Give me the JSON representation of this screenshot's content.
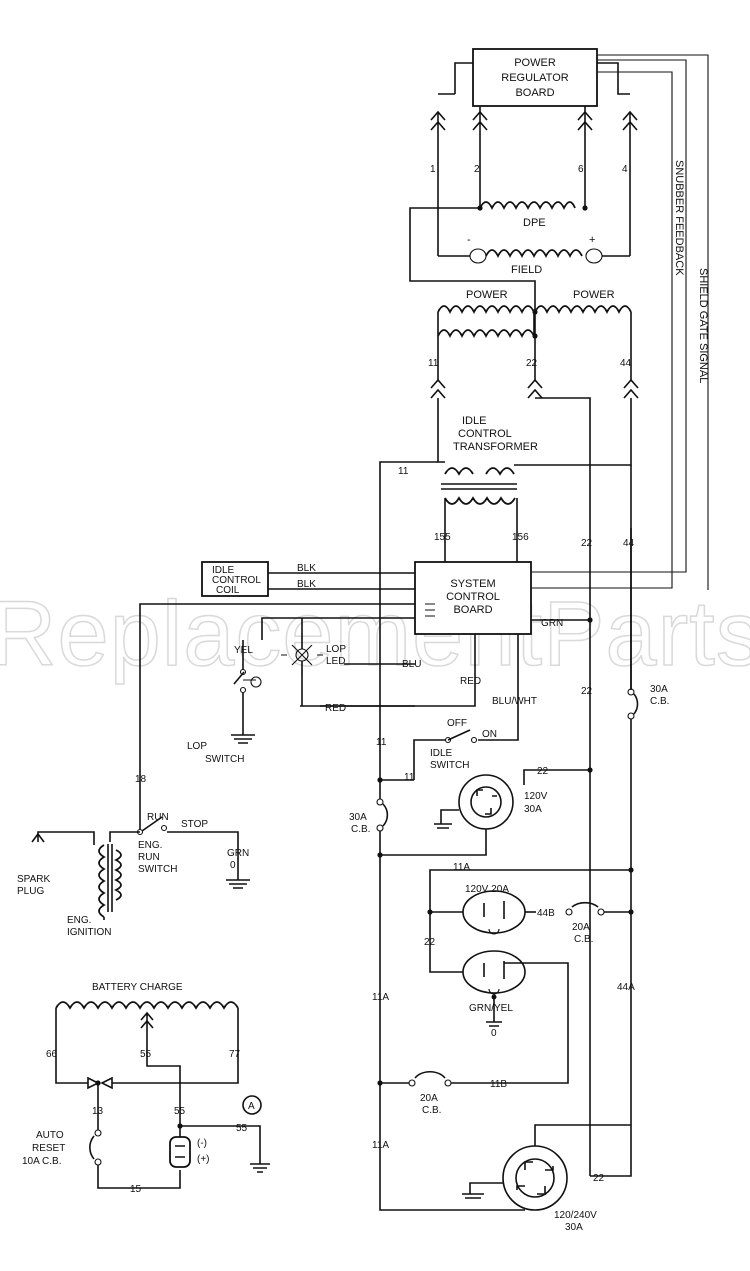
{
  "watermark": "ReplacementParts.com",
  "components": {
    "power_regulator_board": [
      "POWER",
      "REGULATOR",
      "BOARD"
    ],
    "system_control_board": [
      "SYSTEM",
      "CONTROL",
      "BOARD"
    ],
    "idle_control_coil": [
      "IDLE",
      "CONTROL",
      "COIL"
    ],
    "idle_control_transformer": [
      "IDLE",
      "CONTROL",
      "TRANSFORMER"
    ],
    "dpe": "DPE",
    "field": "FIELD",
    "field_minus": "-",
    "field_plus": "+",
    "power_left": "POWER",
    "power_right": "POWER",
    "lop_led": [
      "LOP",
      "LED"
    ],
    "lop_switch": [
      "LOP",
      "SWITCH"
    ],
    "idle_switch": [
      "IDLE",
      "SWITCH"
    ],
    "idle_off": "OFF",
    "idle_on": "ON",
    "eng_run_switch": [
      "ENG.",
      "RUN",
      "SWITCH"
    ],
    "run": "RUN",
    "stop": "STOP",
    "spark_plug": [
      "SPARK",
      "PLUG"
    ],
    "eng_ignition": [
      "ENG.",
      "IGNITION"
    ],
    "battery_charge": "BATTERY CHARGE",
    "auto_reset": [
      "AUTO",
      "RESET",
      "10A C.B."
    ],
    "battery_minus": "(-)",
    "battery_plus": "(+)",
    "circle_a": "A",
    "cb_30a_top": [
      "30A",
      "C.B."
    ],
    "cb_30a_left": [
      "30A",
      "C.B."
    ],
    "cb_20a_right": [
      "20A",
      "C.B."
    ],
    "cb_20a_bottom": [
      "20A",
      "C.B."
    ],
    "outlet_120v_30a": [
      "120V",
      "30A"
    ],
    "outlet_120v_20a": "120V 20A",
    "outlet_120_240v": [
      "120/240V",
      "30A"
    ],
    "grn_yel": "GRN/YEL",
    "snubber_feedback": "SNUBBER FEEDBACK",
    "shield_gate_signal": "SHIELD GATE SIGNAL"
  },
  "wire_labels": {
    "w1": "1",
    "w2": "2",
    "w6": "6",
    "w4": "4",
    "w11_top": "11",
    "w22_top": "22",
    "w44_top": "44",
    "w11_left": "11",
    "w155": "155",
    "w156": "156",
    "w22_mid": "22",
    "w44_mid": "44",
    "blk1": "BLK",
    "blk2": "BLK",
    "grn": "GRN",
    "blu": "BLU",
    "yel": "YEL",
    "red1": "RED",
    "red2": "RED",
    "blu_wht": "BLU/WHT",
    "w11_a": "11",
    "w11_b": "11",
    "w22_b": "22",
    "w22_c": "22",
    "w18": "18",
    "grn_0": "GRN",
    "zero_a": "0",
    "w11a_1": "11A",
    "w11a_2": "11A",
    "w11a_3": "11A",
    "w44b": "44B",
    "w22_d": "22",
    "w44a": "44A",
    "zero_b": "0",
    "w11b": "11B",
    "w22_e": "22",
    "w66": "66",
    "w55_a": "55",
    "w77": "77",
    "w13": "13",
    "w55_b": "55",
    "w55_c": "55",
    "w15": "15"
  }
}
